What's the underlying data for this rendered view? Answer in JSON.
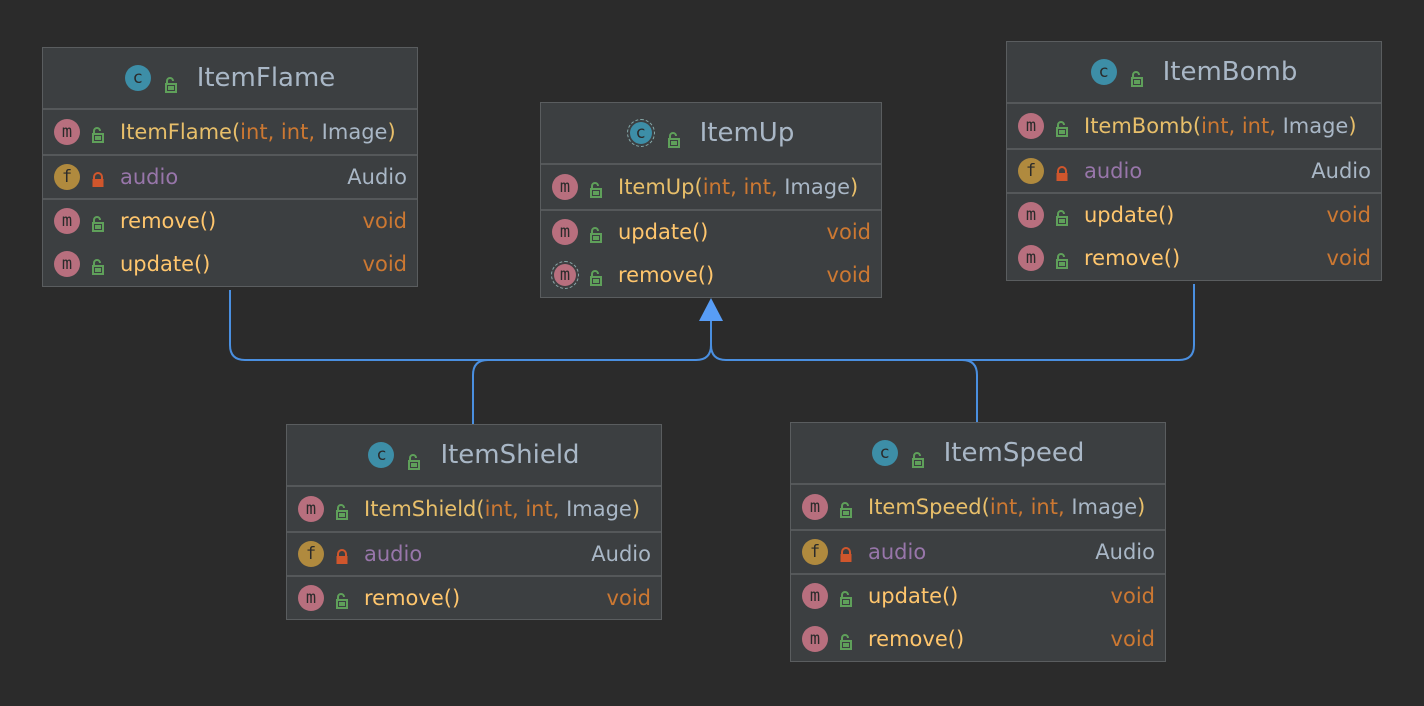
{
  "diagram": {
    "classes": [
      {
        "id": "itemflame",
        "name": "ItemFlame",
        "constructor": {
          "name": "ItemFlame",
          "params": [
            "int",
            "int",
            "Image"
          ]
        },
        "fields": [
          {
            "name": "audio",
            "type": "Audio"
          }
        ],
        "methods": [
          {
            "name": "remove()",
            "type": "void"
          },
          {
            "name": "update()",
            "type": "void"
          }
        ]
      },
      {
        "id": "itemup",
        "name": "ItemUp",
        "abstract": true,
        "constructor": {
          "name": "ItemUp",
          "params": [
            "int",
            "int",
            "Image"
          ]
        },
        "fields": [],
        "methods": [
          {
            "name": "update()",
            "type": "void"
          },
          {
            "name": "remove()",
            "type": "void",
            "abstract": true
          }
        ]
      },
      {
        "id": "itembomb",
        "name": "ItemBomb",
        "constructor": {
          "name": "ItemBomb",
          "params": [
            "int",
            "int",
            "Image"
          ]
        },
        "fields": [
          {
            "name": "audio",
            "type": "Audio"
          }
        ],
        "methods": [
          {
            "name": "update()",
            "type": "void"
          },
          {
            "name": "remove()",
            "type": "void"
          }
        ]
      },
      {
        "id": "itemshield",
        "name": "ItemShield",
        "constructor": {
          "name": "ItemShield",
          "params": [
            "int",
            "int",
            "Image"
          ]
        },
        "fields": [
          {
            "name": "audio",
            "type": "Audio"
          }
        ],
        "methods": [
          {
            "name": "remove()",
            "type": "void"
          }
        ]
      },
      {
        "id": "itemspeed",
        "name": "ItemSpeed",
        "constructor": {
          "name": "ItemSpeed",
          "params": [
            "int",
            "int",
            "Image"
          ]
        },
        "fields": [
          {
            "name": "audio",
            "type": "Audio"
          }
        ],
        "methods": [
          {
            "name": "update()",
            "type": "void"
          },
          {
            "name": "remove()",
            "type": "void"
          }
        ]
      }
    ],
    "inheritance": [
      {
        "from": "itemflame",
        "to": "itemup"
      },
      {
        "from": "itembomb",
        "to": "itemup"
      },
      {
        "from": "itemshield",
        "to": "itemup"
      },
      {
        "from": "itemspeed",
        "to": "itemup"
      }
    ],
    "icons": {
      "class": "class-icon",
      "method": "method-icon",
      "field": "field-icon",
      "public": "unlocked-icon",
      "private": "locked-icon"
    },
    "colors": {
      "background": "#2b2b2b",
      "box": "#3c3f41",
      "edge": "#4a8fe0",
      "method_badge": "#b86f7e",
      "field_badge": "#b08a3e",
      "class_badge": "#3d8ea7",
      "public_lock": "#5fa05a",
      "private_lock": "#d0562c"
    }
  }
}
